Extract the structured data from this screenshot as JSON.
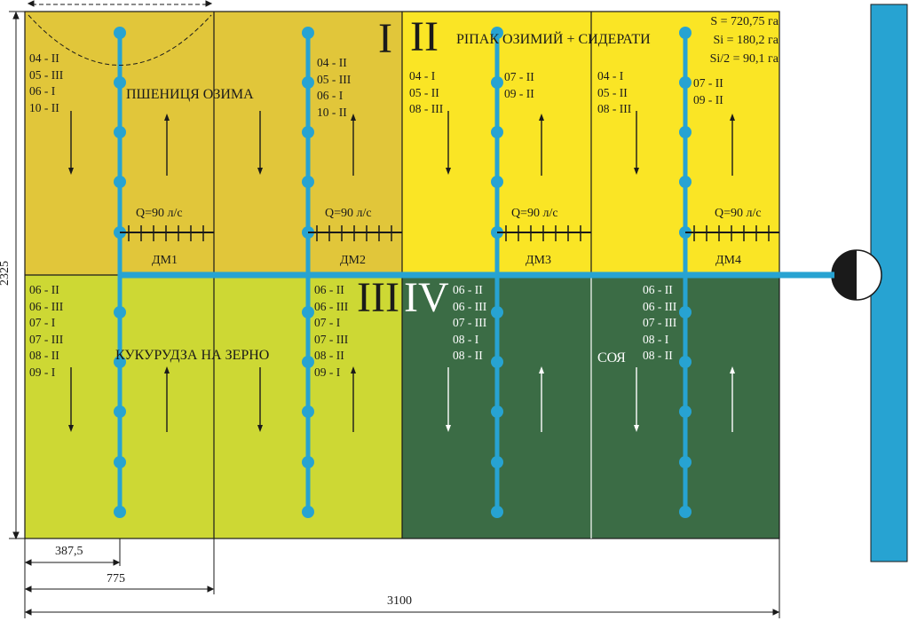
{
  "colors": {
    "q1": "#e1c63a",
    "q2": "#fae525",
    "q3": "#cdd834",
    "q4": "#3b6c45",
    "pipe": "#27a3d2",
    "canal": "#27a3d2"
  },
  "fields": {
    "f1": {
      "numeral": "I",
      "crop": "ПШЕНИЦЯ ОЗИМА",
      "a": [
        "04 - II",
        "05 - III",
        "06 - I",
        "10 - II"
      ],
      "b": [
        "04 - II",
        "05 - III",
        "06 - I",
        "10 - II"
      ]
    },
    "f2": {
      "numeral": "II",
      "crop": "РІПАК ОЗИМИЙ + СИДЕРАТИ",
      "a": [
        "04 - I",
        "05 - II",
        "08 - III"
      ],
      "b": [
        "07 - II",
        "09 - II"
      ],
      "c": [
        "04 - I",
        "05 - II",
        "08 - III"
      ],
      "d": [
        "07 - II",
        "09 - II"
      ]
    },
    "f3": {
      "numeral": "III",
      "crop": "КУКУРУДЗА НА ЗЕРНО",
      "a": [
        "06 - II",
        "06 - III",
        "07 - I",
        "07 - III",
        "08 - II",
        "09 - I"
      ],
      "b": [
        "06 - II",
        "06 - III",
        "07 - I",
        "07 - III",
        "08 - II",
        "09 - I"
      ]
    },
    "f4": {
      "numeral": "IV",
      "crop": "СОЯ",
      "a": [
        "06 - II",
        "06 - III",
        "07 - III",
        "08 - I",
        "08 - II"
      ],
      "b": [
        "06 - II",
        "06 - III",
        "07 - III",
        "08 - I",
        "08 - II"
      ]
    }
  },
  "machines": [
    {
      "label": "ДМ1",
      "q": "Q=90 л/с"
    },
    {
      "label": "ДМ2",
      "q": "Q=90 л/с"
    },
    {
      "label": "ДМ3",
      "q": "Q=90 л/с"
    },
    {
      "label": "ДМ4",
      "q": "Q=90 л/с"
    }
  ],
  "areas": {
    "s": "S = 720,75 га",
    "si": "Si = 180,2 га",
    "si2": "Si/2 = 90,1 га"
  },
  "dims": {
    "height": "2325",
    "d1": "387,5",
    "d2": "775",
    "total": "3100"
  }
}
